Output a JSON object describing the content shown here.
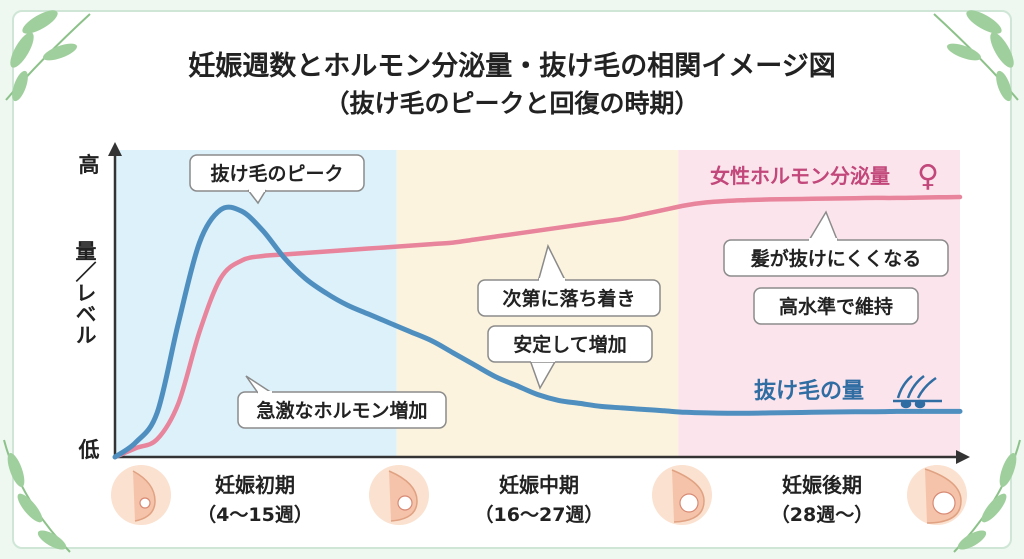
{
  "title": "妊娠週数とホルモン分泌量・抜け毛の相関イメージ図",
  "subtitle": "（抜け毛のピークと回復の時期）",
  "chart_data": {
    "type": "line",
    "title": "妊娠週数とホルモン分泌量・抜け毛の相関イメージ図",
    "subtitle": "（抜け毛のピークと回復の時期）",
    "ylabel": "量／レベル",
    "y_high_label": "高",
    "y_low_label": "低",
    "x": [
      0,
      1,
      2,
      3,
      4,
      5,
      6,
      7,
      8,
      9,
      10,
      11,
      12,
      13,
      14,
      15,
      16,
      17,
      18,
      19,
      20,
      21,
      22,
      23,
      24,
      25,
      26,
      27,
      28,
      29,
      30,
      31,
      32,
      33,
      34,
      35,
      36,
      37,
      38,
      39,
      40
    ],
    "xlim": [
      0,
      40
    ],
    "ylim": [
      0,
      100
    ],
    "series": [
      {
        "name": "女性ホルモン分泌量",
        "color": "#e8849b",
        "values": [
          0,
          3,
          6,
          18,
          42,
          60,
          66,
          67.5,
          68,
          68.5,
          69,
          69.5,
          70,
          70.5,
          71,
          71.5,
          72,
          73,
          74,
          75,
          76,
          77,
          78,
          79,
          80,
          81.5,
          83,
          84.5,
          85.5,
          86,
          86.3,
          86.5,
          86.6,
          86.7,
          86.8,
          86.9,
          87,
          87,
          87.1,
          87.2,
          87.3
        ]
      },
      {
        "name": "抜け毛の量",
        "color": "#4f8fc0",
        "values": [
          0,
          5,
          15,
          45,
          72,
          83,
          82.5,
          76,
          67,
          60,
          55,
          51,
          48,
          45,
          42,
          39,
          35,
          31,
          27,
          24,
          21,
          19,
          18,
          17,
          16.5,
          16,
          15.5,
          15,
          14.8,
          14.7,
          14.7,
          14.8,
          14.9,
          15,
          15.1,
          15.2,
          15.2,
          15.3,
          15.3,
          15.3,
          15.3
        ]
      }
    ],
    "phases": [
      {
        "name": "妊娠初期",
        "range": "（4〜15週）",
        "color": "#dcf1fa"
      },
      {
        "name": "妊娠中期",
        "range": "（16〜27週）",
        "color": "#fcf3de"
      },
      {
        "name": "妊娠後期",
        "range": "（28週〜）",
        "color": "#fce4ec"
      }
    ],
    "annotations": {
      "hair_peak": "抜け毛のピーク",
      "hormone_rise": "急激なホルモン増加",
      "mid_settle": "次第に落ち着き",
      "mid_stable": "安定して増加",
      "late_hair": "髪が抜けにくくなる",
      "late_hormone": "高水準で維持"
    },
    "legend": {
      "hormone_symbol": "♀"
    },
    "grid": false
  }
}
